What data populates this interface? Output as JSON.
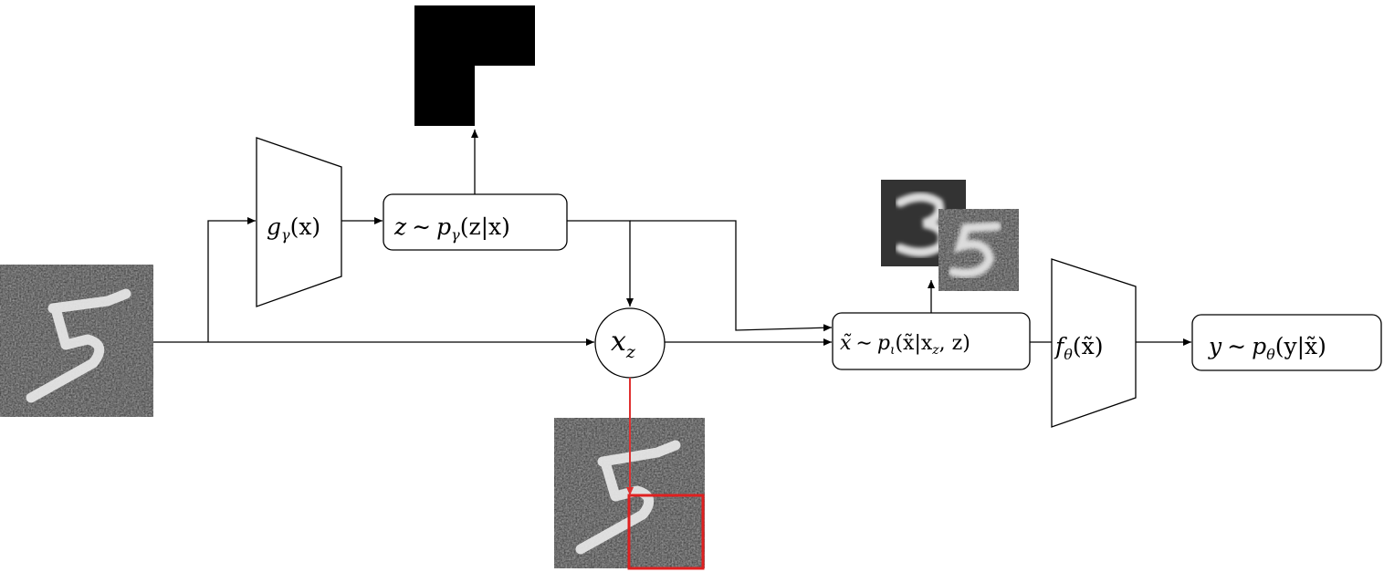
{
  "diagram": {
    "nodes": {
      "g_encoder": {
        "func": "g",
        "sub": "γ",
        "arg": "(x)"
      },
      "z_sample": {
        "lhs": "z",
        "rel": "∼",
        "dist": "p",
        "sub": "γ",
        "arg": "(z|x)"
      },
      "x_z": {
        "base": "x",
        "sub": "z"
      },
      "x_tilde": {
        "lhs": "x̃",
        "rel": "∼",
        "dist": "p",
        "sub": "ι",
        "arg": "(x̃|x",
        "arg_sub": "z",
        "arg_tail": ", z)"
      },
      "f_classifier": {
        "func": "f",
        "sub": "θ",
        "arg": "(x̃)"
      },
      "y_pred": {
        "lhs": "y",
        "rel": "∼",
        "dist": "p",
        "sub": "θ",
        "arg": "(y|x̃)"
      }
    },
    "images": {
      "input_digit": "5",
      "mask": "mask",
      "masked_input_digit": "5",
      "generated_samples": [
        "3",
        "5"
      ]
    },
    "colors": {
      "line": "#000000",
      "mask_arrow": "#e03030",
      "mask_box": "#e02020",
      "digit_background": "#2c2c2c",
      "digit_stroke": "#e8e8e8"
    }
  }
}
